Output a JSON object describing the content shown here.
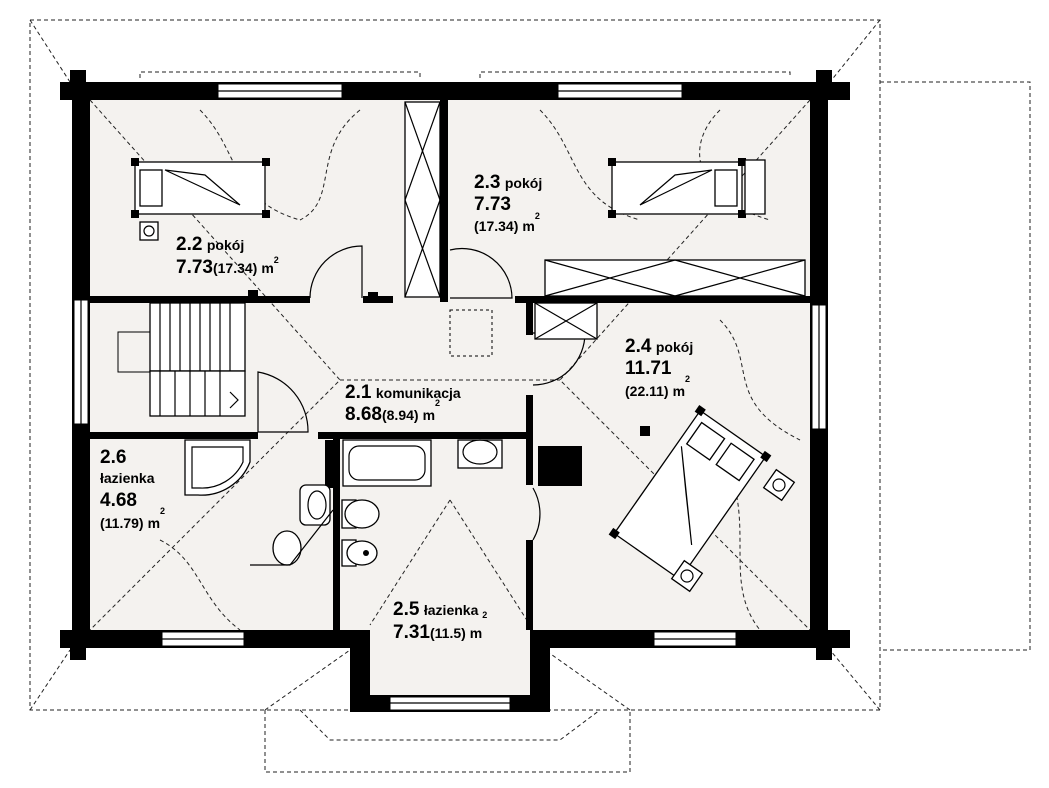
{
  "rooms": [
    {
      "id": "r22",
      "number": "2.2",
      "name": "pokój",
      "area": "7.73",
      "gross": "(17.34)",
      "unit": "m",
      "exp": "2"
    },
    {
      "id": "r23",
      "number": "2.3",
      "name": "pokój",
      "area": "7.73",
      "gross": "(17.34)",
      "unit": "m",
      "exp": "2"
    },
    {
      "id": "r24",
      "number": "2.4",
      "name": "pokój",
      "area": "11.71",
      "gross": "(22.11)",
      "unit": "m",
      "exp": "2"
    },
    {
      "id": "r21",
      "number": "2.1",
      "name": "komunikacja",
      "area": "8.68",
      "gross": "(8.94)",
      "unit": "m",
      "exp": "2"
    },
    {
      "id": "r26",
      "number": "2.6",
      "name": "łazienka",
      "area": "4.68",
      "gross": "(11.79)",
      "unit": "m",
      "exp": "2"
    },
    {
      "id": "r25",
      "number": "2.5",
      "name": "łazienka",
      "area": "7.31",
      "gross": "(11.5)",
      "unit": "m",
      "exp": "2"
    }
  ],
  "colors": {
    "wall": "#000000",
    "floor": "#f4f2ef",
    "roofline": "#222222"
  }
}
